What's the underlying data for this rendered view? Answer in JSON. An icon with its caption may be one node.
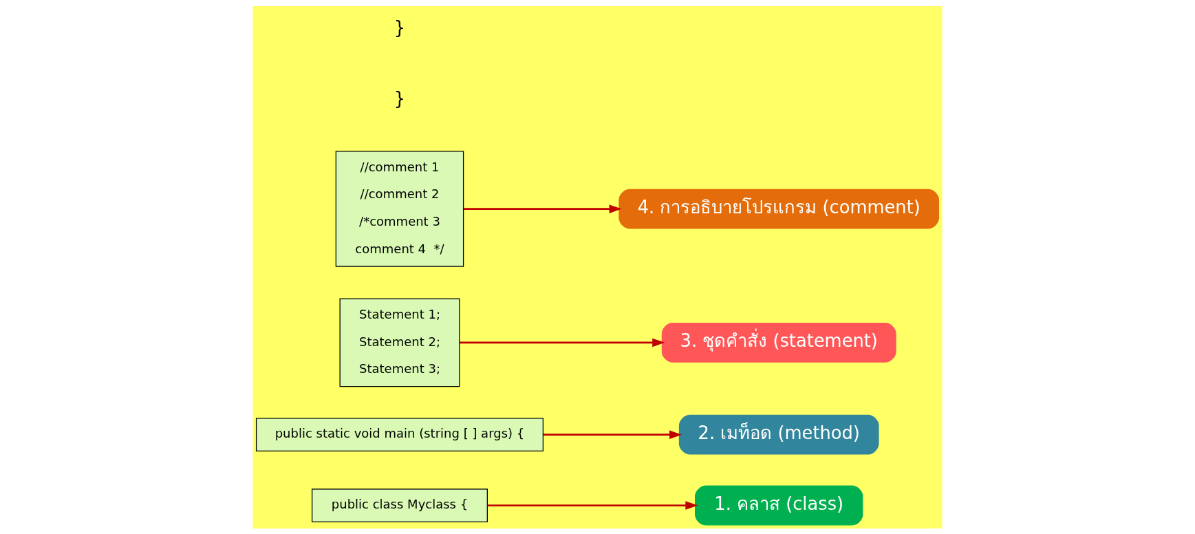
{
  "diagram": {
    "nodes": [
      {
        "text": [
          "public class Myclass {"
        ]
      },
      {
        "text": [
          "1. คลาส (class)"
        ]
      },
      {
        "text": [
          "public static void main (string [ ] args) {"
        ]
      },
      {
        "text": [
          "2. เมท็อด (method)"
        ]
      },
      {
        "text": [
          "Statement 1;",
          "Statement 2;",
          "Statement 3;"
        ]
      },
      {
        "text": [
          "//comment 1",
          "//comment 2",
          "/*comment 3",
          "comment 4  */"
        ]
      },
      {
        "text": [
          "4. การอธิบายโปรแกรม (comment)"
        ]
      },
      {
        "text": [
          "3. ชุดคำสั่ง (statement)"
        ]
      }
    ],
    "edges": [
      {
        "from": 0,
        "to": 1,
        "arrow": "to"
      },
      {
        "from": 2,
        "to": 3,
        "arrow": "to"
      },
      {
        "from": 4,
        "to": 7,
        "arrow": "to"
      },
      {
        "from": 5,
        "to": 6,
        "arrow": "to"
      }
    ],
    "labels": [
      "}",
      "}"
    ]
  }
}
